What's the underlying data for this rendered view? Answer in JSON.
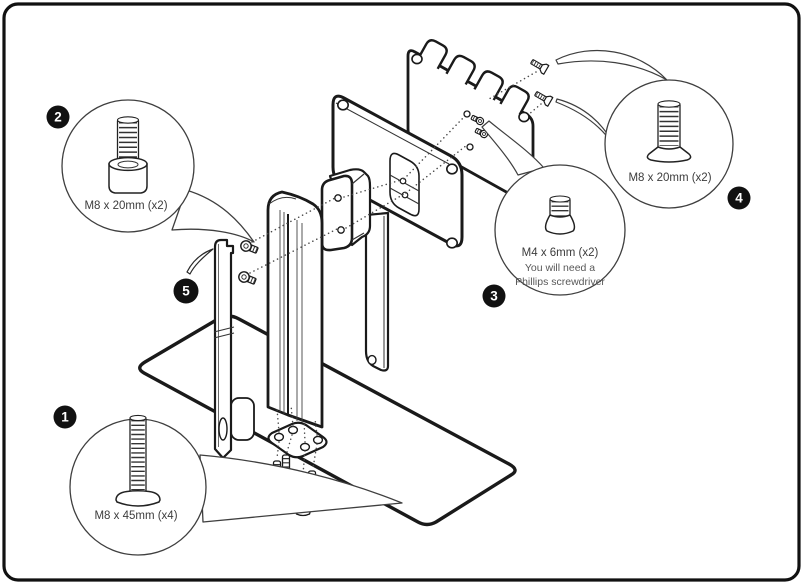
{
  "figure": {
    "type": "assembly-instruction-diagram",
    "subject": "monitor stand exploded view"
  },
  "callouts": [
    {
      "number": "1",
      "label": "M8 x 45mm (x4)",
      "screw": "flat-head-long"
    },
    {
      "number": "2",
      "label": "M8 x 20mm (x2)",
      "screw": "socket-cap"
    },
    {
      "number": "3",
      "label": "M4 x 6mm (x2)",
      "note_line1": "You will need a",
      "note_line2": "Phillips screwdriver",
      "screw": "countersunk-small"
    },
    {
      "number": "4",
      "label": "M8 x 20mm (x2)",
      "screw": "countersunk"
    },
    {
      "number": "5",
      "label": "",
      "screw": ""
    }
  ],
  "icons": [
    "screw-icon",
    "hook-plate",
    "vesa-plate",
    "spacer-block",
    "column",
    "slide-rail",
    "base-plate",
    "mounting-plate"
  ],
  "colors": {
    "background": "#ffffff",
    "line": "#1a1a1a",
    "callout_stroke": "#3f3f3f",
    "dotted": "#4a4a4a",
    "label_text": "#3c3c3c",
    "badge_bg": "#111111",
    "badge_text": "#ffffff"
  }
}
